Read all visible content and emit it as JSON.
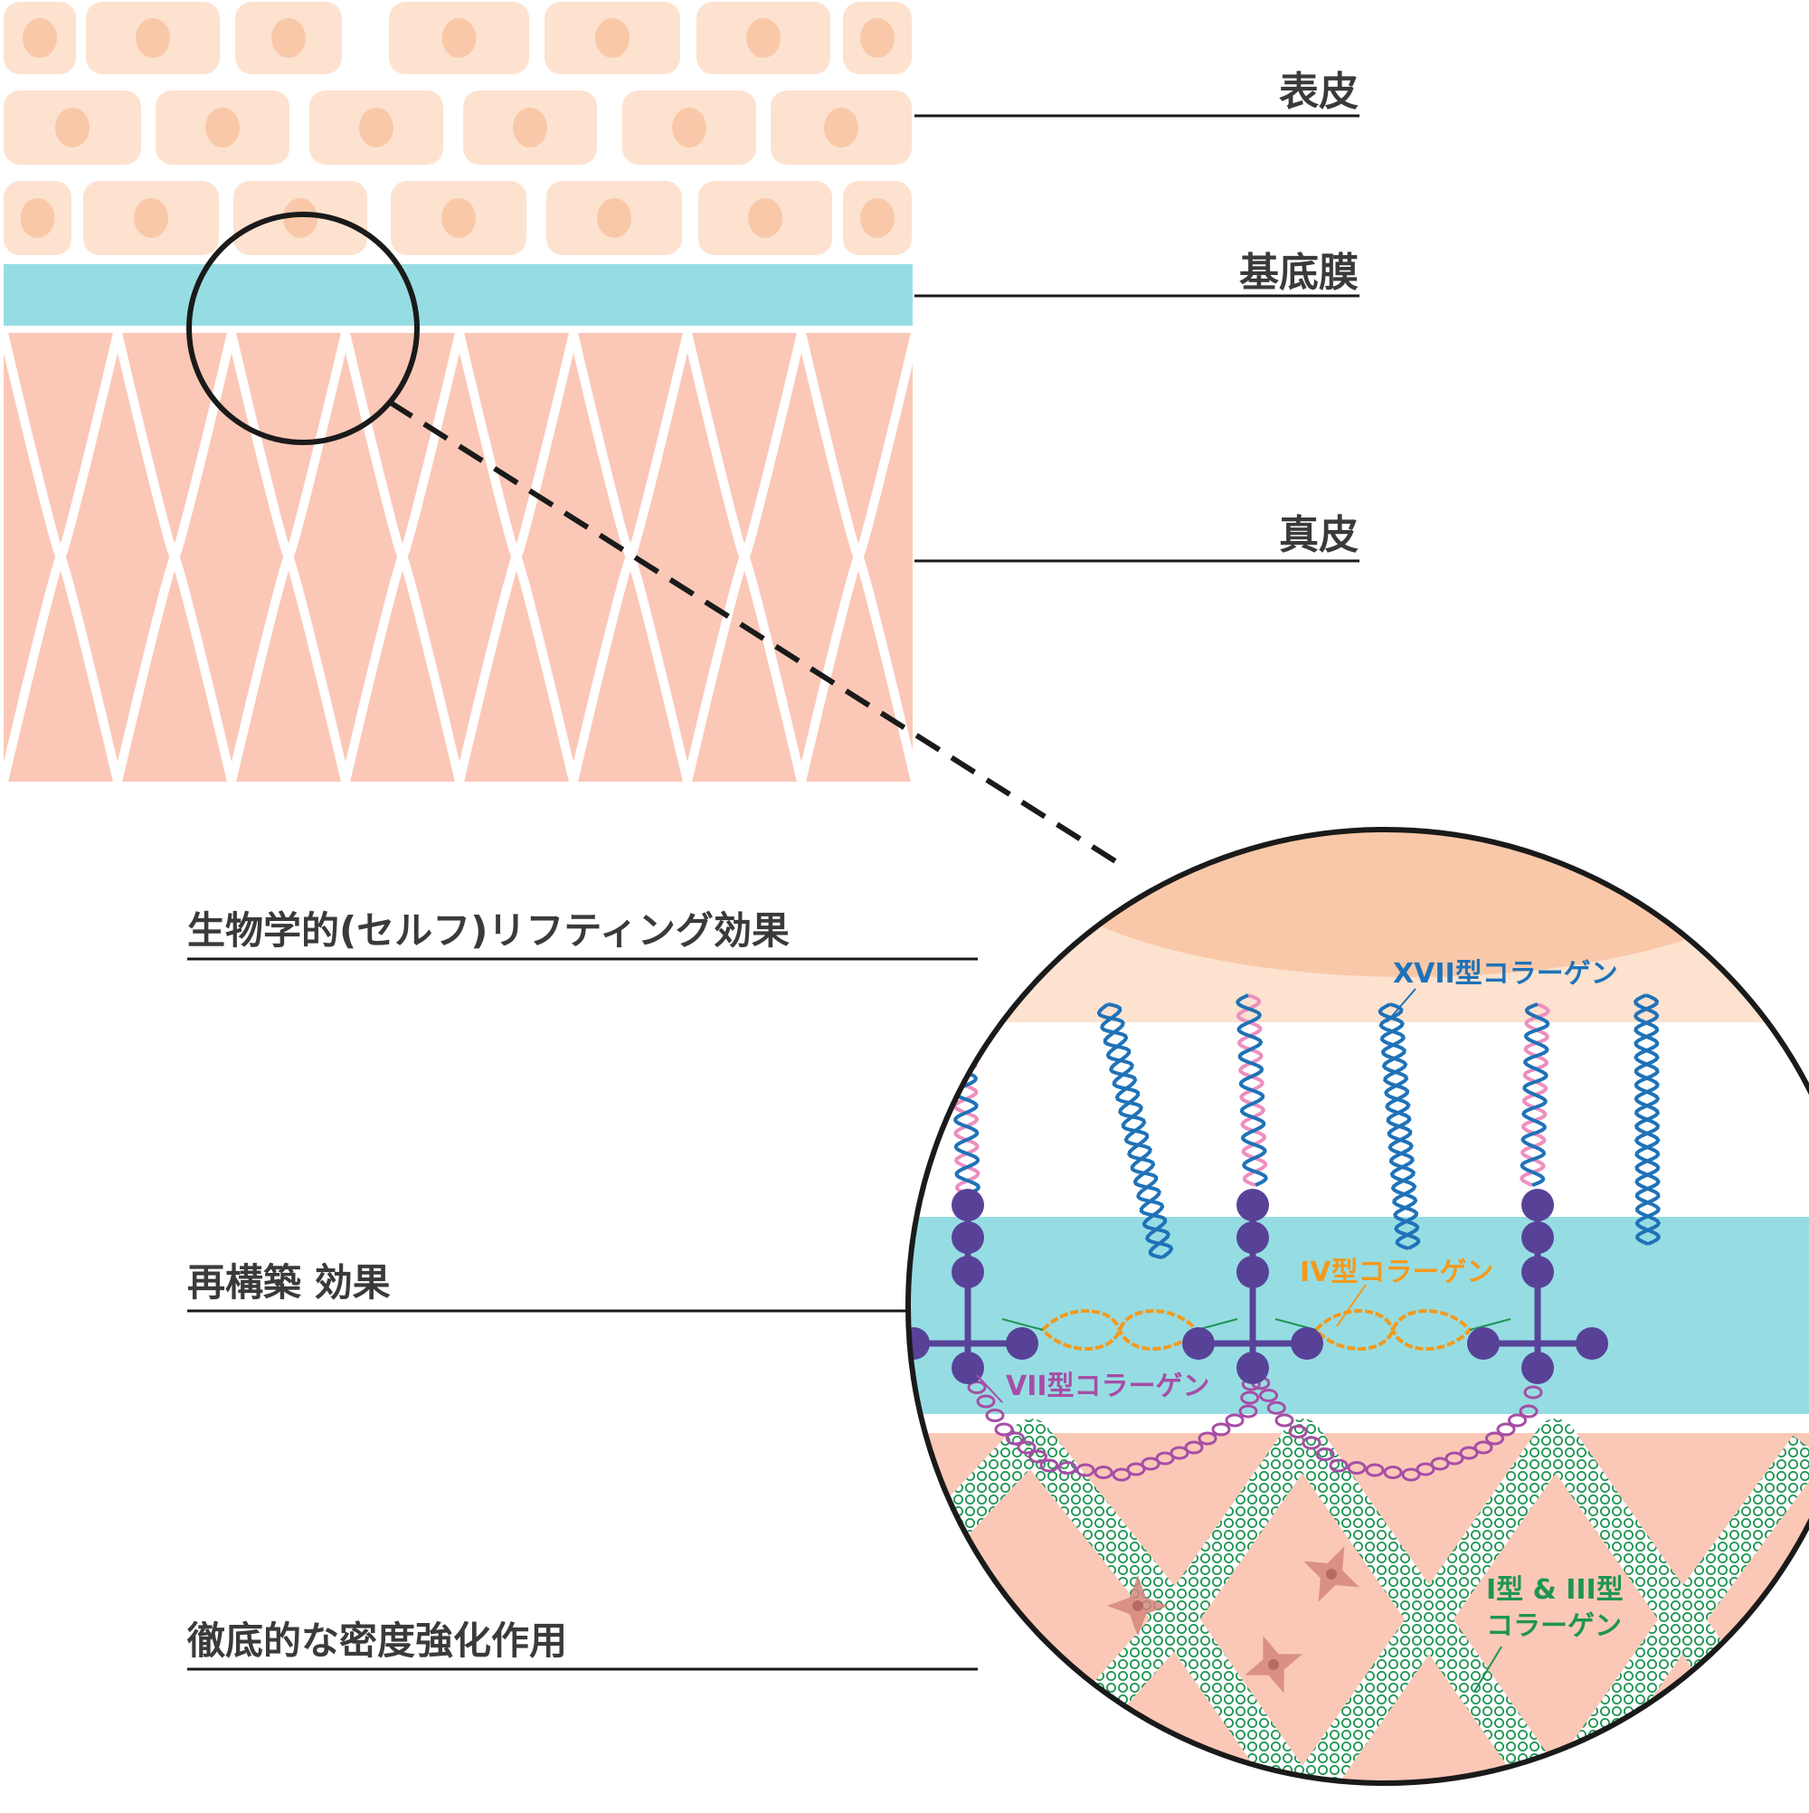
{
  "colors": {
    "epidermis_cell": "#fde2d0",
    "epidermis_nucleus": "#f9c8a8",
    "basement_membrane": "#96dde3",
    "dermis": "#fbc8b7",
    "outline": "#1a1a1a",
    "collagen_17": "#1f72b8",
    "collagen_17_pair": "#ee8fbf",
    "collagen_4": "#f39a1e",
    "collagen_7": "#a64ea6",
    "laminin": "#574298",
    "collagen_1_3": "#1e9552",
    "fibroblast": "#d4867d"
  },
  "layers": {
    "epidermis": "表皮",
    "basement_membrane": "基底膜",
    "dermis": "真皮"
  },
  "effects": {
    "lifting": "生物学的(セルフ)リフティング効果",
    "rebuild": "再構築 効果",
    "density": "徹底的な密度強化作用"
  },
  "molecules": {
    "type17": "XVII型コラーゲン",
    "type4": "IV型コラーゲン",
    "type7": "VII型コラーゲン",
    "type1_3_line1": "I型 & III型",
    "type1_3_line2": "コラーゲン"
  }
}
